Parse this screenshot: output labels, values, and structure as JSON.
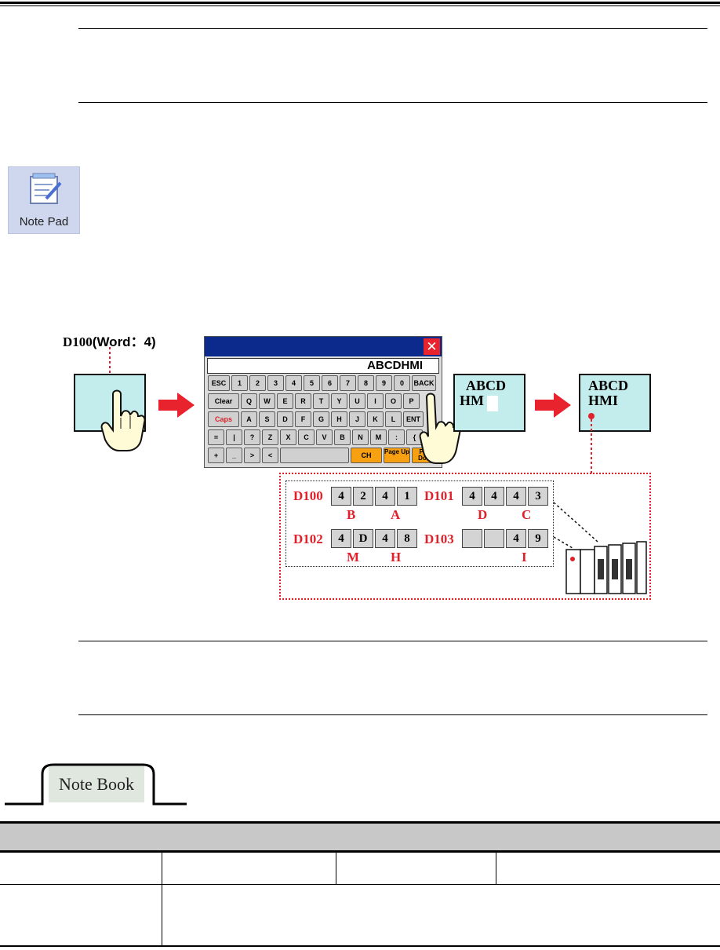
{
  "notepad_icon": {
    "label": "Note Pad"
  },
  "register_title": {
    "reg": "D100",
    "word": "(Word：4)"
  },
  "keyboard": {
    "display": "ABCDHMI",
    "close_glyph": "✕",
    "row1": [
      "ESC",
      "1",
      "2",
      "3",
      "4",
      "5",
      "6",
      "7",
      "8",
      "9",
      "0",
      "BACK"
    ],
    "row2": [
      "Clear",
      "Q",
      "W",
      "E",
      "R",
      "T",
      "Y",
      "U",
      "I",
      "O",
      "P"
    ],
    "row3": [
      "Caps",
      "A",
      "S",
      "D",
      "F",
      "G",
      "H",
      "J",
      "K",
      "L",
      "ENT"
    ],
    "row4": [
      "=",
      "|",
      "?",
      "Z",
      "X",
      "C",
      "V",
      "B",
      "N",
      "M",
      ":",
      "{"
    ],
    "row5": [
      "+",
      "_",
      ">",
      "<",
      "",
      "CH",
      "Page Up",
      "Page Down"
    ]
  },
  "display_before": {
    "line1": "ABCD",
    "line2": "HM"
  },
  "display_after": {
    "line1": "ABCD",
    "line2": "HMI"
  },
  "registers": [
    {
      "name": "D100",
      "cells": [
        "4",
        "2",
        "4",
        "1"
      ],
      "chars": [
        "B",
        "A"
      ]
    },
    {
      "name": "D101",
      "cells": [
        "4",
        "4",
        "4",
        "3"
      ],
      "chars": [
        "D",
        "C"
      ]
    },
    {
      "name": "D102",
      "cells": [
        "4",
        "D",
        "4",
        "8"
      ],
      "chars": [
        "M",
        "H"
      ]
    },
    {
      "name": "D103",
      "cells": [
        "",
        "",
        "4",
        "9"
      ],
      "chars": [
        "",
        "I"
      ]
    }
  ],
  "notebook": {
    "label": "Note Book"
  },
  "colors": {
    "accent_red": "#e0202a",
    "display_bg": "#c3edec",
    "title_blue": "#0c2a8c",
    "key_orange": "#f7a011"
  }
}
